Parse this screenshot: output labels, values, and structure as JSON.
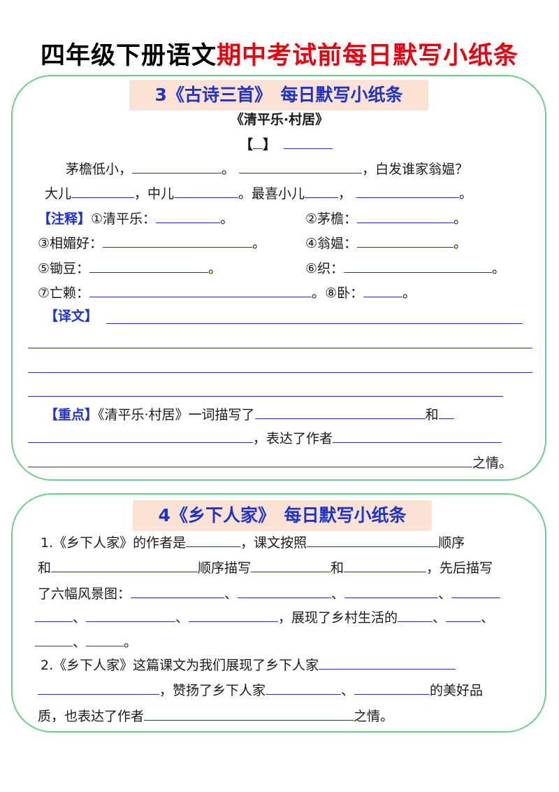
{
  "header": {
    "title_black": "四年级下册语文",
    "title_red": "期中考试前每日默写小纸条"
  },
  "section1": {
    "title": "3《古诗三首》　每日默写小纸条",
    "poem_title": "《清平乐·村居》",
    "author_open": "【",
    "author_close": "】",
    "line1_a": "茅檐低小，",
    "period": "。",
    "comma": "，",
    "line1_b": "，白发谁家翁媪？",
    "line2_a": "大儿",
    "line2_b": "，中儿",
    "line2_c": "。最喜小儿",
    "notes_label": "【注释】",
    "note1": "①清平乐：",
    "note2": "②茅檐：",
    "note3": "③相媚好：",
    "note4": "④翁媪：",
    "note5": "⑤锄豆：",
    "note6": "⑥织：",
    "note7": "⑦亡赖：",
    "note8": "⑧卧：",
    "translation_label": "【译文】",
    "key_label": "【重点】",
    "key_a": "《清平乐·村居》一词描写了",
    "key_and": "和",
    "key_b": "，表达了作者",
    "key_end": "之情。"
  },
  "section2": {
    "title": "4《乡下人家》　每日默写小纸条",
    "q1_a": "1.《乡下人家》的作者是",
    "q1_b": "，课文按照",
    "q1_c": "顺序",
    "q1_d": "和",
    "q1_e": "顺序描写",
    "q1_f": "和",
    "q1_g": "，先后描写",
    "q1_h": "了六幅风景图：",
    "sep": "、",
    "q1_i": "，展现了乡村生活的",
    "end_period": "。",
    "q2_a": "2.《乡下人家》这篇课文为我们展现了乡下人家",
    "q2_b": "，赞扬了乡下人家",
    "q2_c": "的美好品",
    "q2_d": "质，也表达了作者",
    "q2_end": "之情。"
  }
}
